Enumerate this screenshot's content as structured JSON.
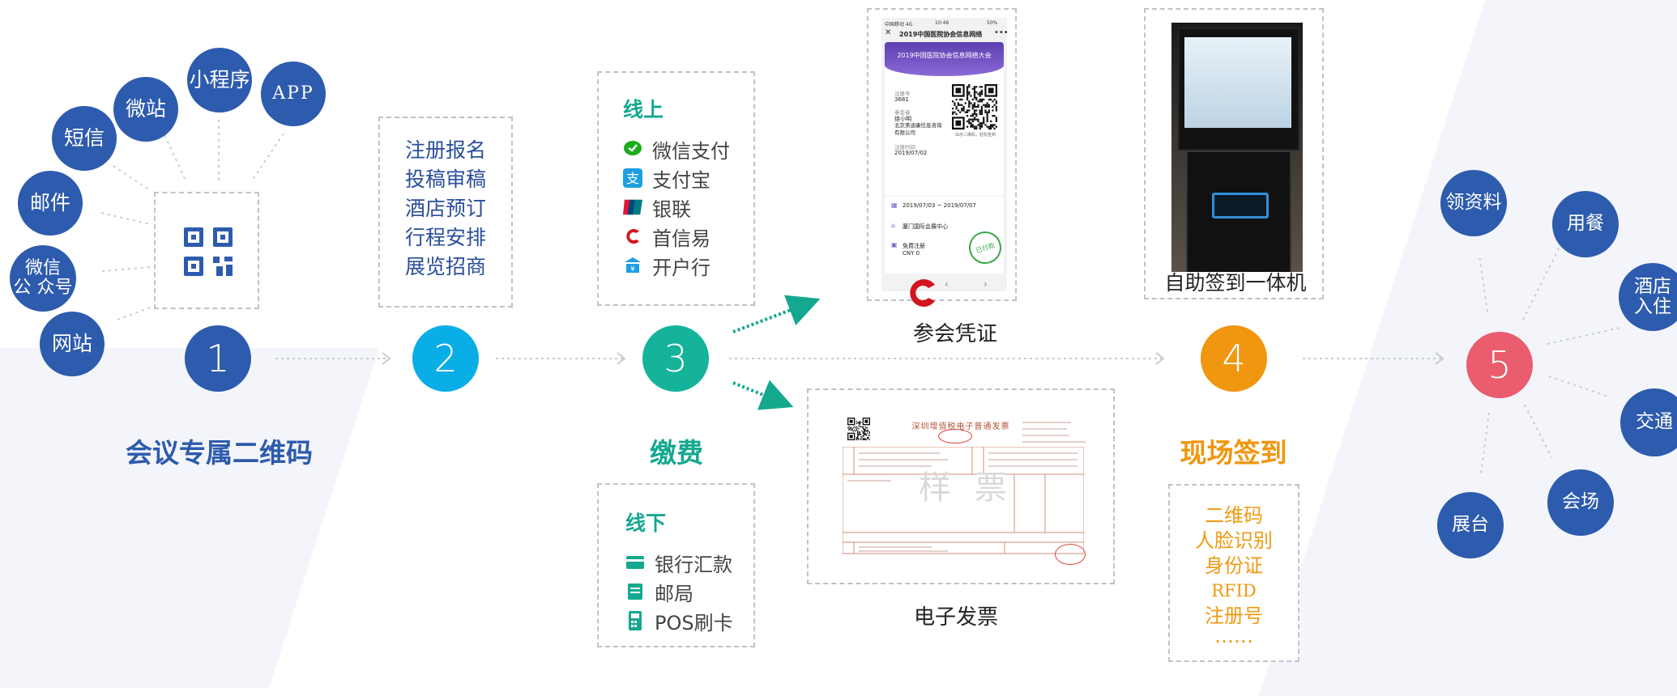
{
  "stage1": {
    "number": "1",
    "title": "会议专属二维码",
    "channels": {
      "weizhan": "微站",
      "miniapp": "小程序",
      "app": "APP",
      "sms": "短信",
      "email": "邮件",
      "wechat_line1": "微信",
      "wechat_line2": "公 众号",
      "website": "网站"
    }
  },
  "stage2": {
    "number": "2",
    "items": [
      "注册报名",
      "投稿审稿",
      "酒店预订",
      "行程安排",
      "展览招商"
    ]
  },
  "stage3": {
    "number": "3",
    "title": "缴费",
    "online_title": "线上",
    "online": [
      {
        "label": "微信支付",
        "icon": "wechat-pay-icon"
      },
      {
        "label": "支付宝",
        "icon": "alipay-icon"
      },
      {
        "label": "银联",
        "icon": "unionpay-icon"
      },
      {
        "label": "首信易",
        "icon": "payease-icon"
      },
      {
        "label": "开户行",
        "icon": "bank-icon"
      }
    ],
    "offline_title": "线下",
    "offline": [
      {
        "label": "银行汇款",
        "icon": "bank-card-icon"
      },
      {
        "label": "邮局",
        "icon": "post-office-icon"
      },
      {
        "label": "POS刷卡",
        "icon": "pos-terminal-icon"
      }
    ]
  },
  "credential": {
    "caption": "参会凭证",
    "phone_status_left": "中国移动 4G",
    "phone_time": "10:46",
    "phone_battery": "50%",
    "nav_title": "2019中国医院协会信息网络",
    "banner": "2019中国医院协会信息网络大会",
    "reg_no_label": "注册号",
    "reg_no": "3681",
    "attendee_label": "参会者",
    "attendee_name": "徐小明",
    "attendee_company": "北京美迪康信息咨询有限公司",
    "reg_time_label": "注册时间",
    "reg_time": "2019/07/02",
    "qr_hint": "出示二维码，轻松签到",
    "dates": "2019/07/03 ~ 2019/07/07",
    "venue": "厦门国际会展中心",
    "fee_label": "免费注册",
    "fee_amount": "CNY 0",
    "stamp": "已付款"
  },
  "invoice": {
    "caption": "电子发票",
    "title": "深圳增值税电子普通发票",
    "watermark": "样 票"
  },
  "kiosk": {
    "caption": "自助签到一体机"
  },
  "stage4": {
    "number": "4",
    "title": "现场签到",
    "methods": [
      "二维码",
      "人脸识别",
      "身份证",
      "RFID",
      "注册号",
      "……"
    ]
  },
  "stage5": {
    "number": "5",
    "services": {
      "materials": "领资料",
      "meal": "用餐",
      "hotel_line1": "酒店",
      "hotel_line2": "入住",
      "transport": "交通",
      "venue": "会场",
      "booth": "展台"
    }
  },
  "colors": {
    "stage1": "#2d5bad",
    "stage2": "#0aaee6",
    "stage3": "#14b39a",
    "stage4": "#f0960f",
    "stage5": "#e95d6e",
    "stage3_title": "#14a88f",
    "stage4_title": "#f0960f"
  }
}
